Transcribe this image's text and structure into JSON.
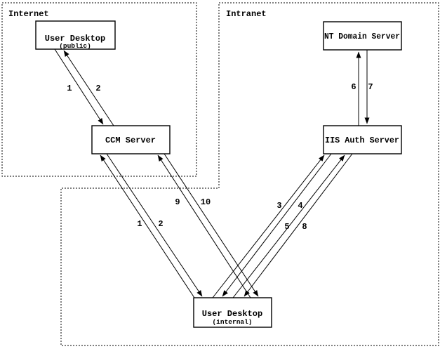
{
  "zones": [
    {
      "name": "Internet"
    },
    {
      "name": "Intranet"
    }
  ],
  "nodes": {
    "user_desktop_public": {
      "label": "User Desktop",
      "sublabel": "(public)"
    },
    "ccm_server": {
      "label": "CCM Server"
    },
    "nt_domain_server": {
      "label": "NT Domain Server"
    },
    "iis_auth_server": {
      "label": "IIS Auth Server"
    },
    "user_desktop_internal": {
      "label": "User Desktop",
      "sublabel": "(internal)"
    }
  },
  "arrows": [
    {
      "label": "1",
      "from": "User Desktop (public)",
      "to": "CCM Server"
    },
    {
      "label": "2",
      "from": "CCM Server",
      "to": "User Desktop (public)"
    },
    {
      "label": "6",
      "from": "IIS Auth Server",
      "to": "NT Domain Server"
    },
    {
      "label": "7",
      "from": "NT Domain Server",
      "to": "IIS Auth Server"
    },
    {
      "label": "1",
      "from": "User Desktop (internal)",
      "to": "CCM Server"
    },
    {
      "label": "2",
      "from": "CCM Server",
      "to": "User Desktop (internal)"
    },
    {
      "label": "9",
      "from": "User Desktop (internal)",
      "to": "CCM Server"
    },
    {
      "label": "10",
      "from": "CCM Server",
      "to": "User Desktop (internal)"
    },
    {
      "label": "3",
      "from": "User Desktop (internal)",
      "to": "IIS Auth Server"
    },
    {
      "label": "4",
      "from": "IIS Auth Server",
      "to": "User Desktop (internal)"
    },
    {
      "label": "5",
      "from": "User Desktop (internal)",
      "to": "IIS Auth Server"
    },
    {
      "label": "8",
      "from": "IIS Auth Server",
      "to": "User Desktop (internal)"
    }
  ],
  "colors": {
    "line": "#000000",
    "background": "#ffffff"
  }
}
